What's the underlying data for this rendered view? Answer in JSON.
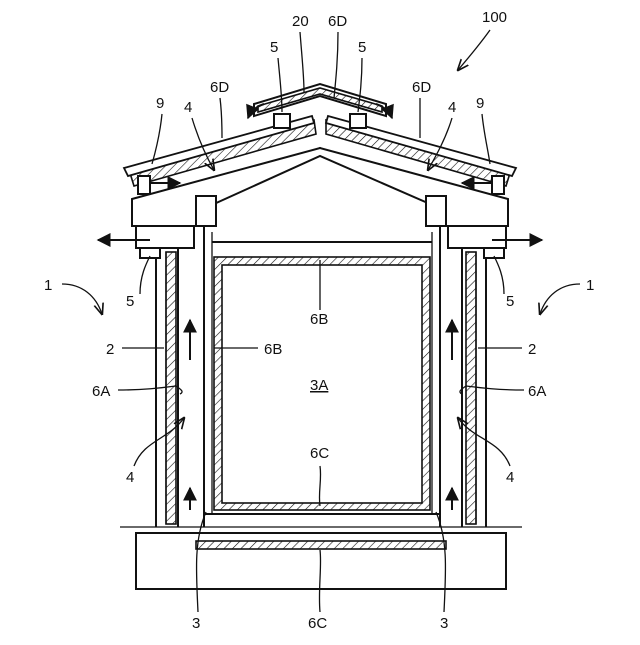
{
  "figure": {
    "assembly_label": "100",
    "building_label": "1",
    "outer_wall_label": "2",
    "inner_room_label": "3",
    "space_label": "3A",
    "air_path_label": "4",
    "vent_label": "5",
    "insulation_outer_label": "6A",
    "insulation_inner_label": "6B",
    "insulation_floor_label": "6C",
    "insulation_roof_label": "6D",
    "roof_panel_label": "9",
    "ridge_cap_label": "20"
  }
}
